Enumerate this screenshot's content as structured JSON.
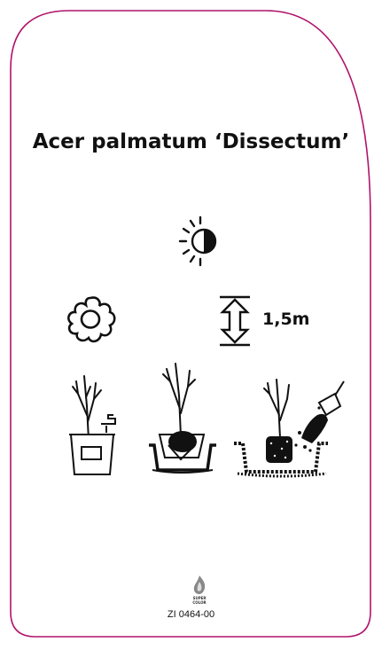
{
  "label": {
    "plant_name": "Acer palmatum ‘Dissectum’",
    "height": "1,5m",
    "code": "ZI 0464-00",
    "brand_line1": "SUPER",
    "brand_line2": "COLOR",
    "frame_color": "#b0136b"
  },
  "icons": {
    "sun": "half-sun-icon",
    "flower": "flower-outline-icon",
    "height": "height-arrow-icon",
    "planting": [
      "bucket-watering-icon",
      "root-ball-hole-icon",
      "soil-backfill-icon"
    ],
    "logo": "flame-logo-icon"
  }
}
